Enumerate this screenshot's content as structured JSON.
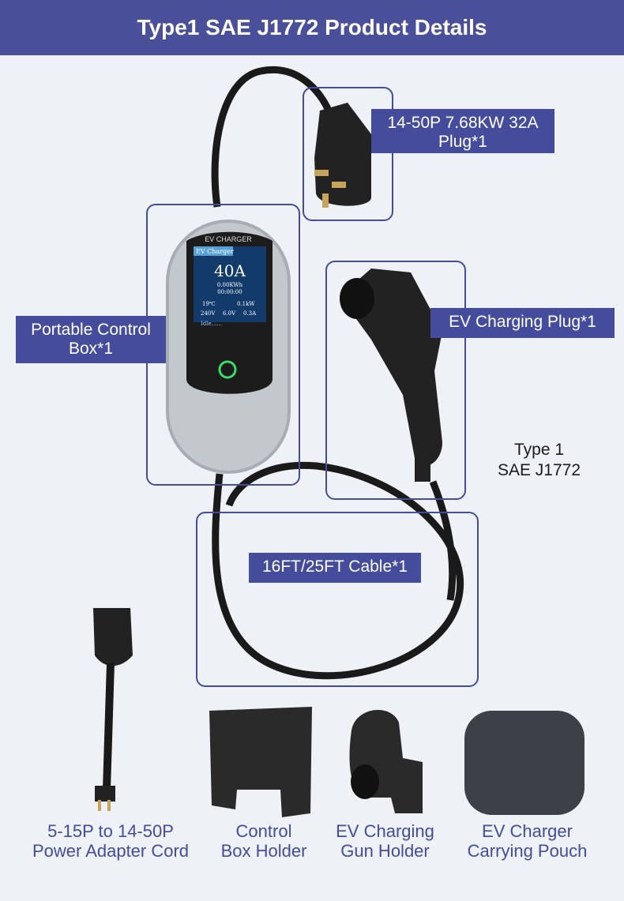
{
  "header": {
    "title": "Type1 SAE J1772 Product Details"
  },
  "callouts": {
    "plug": "14-50P 7.68KW 32A\nPlug*1",
    "plug_line1": "14-50P 7.68KW 32A",
    "plug_line2": "Plug*1",
    "control_box_line1": "Portable Control",
    "control_box_line2": "Box*1",
    "charging_plug": "EV Charging Plug*1",
    "cable": "16FT/25FT Cable*1"
  },
  "side_note": {
    "line1": "Type 1",
    "line2": "SAE J1772"
  },
  "control_box": {
    "brand": "EV CHARGER",
    "screen_title": "EV Charger",
    "current": "40A",
    "energy": "0.00KWh",
    "time": "00:00:00",
    "temp": "19℃",
    "power": "0.1kW",
    "voltage": "240V",
    "volt2": "6.0V",
    "amp": "0.3A",
    "status": "Idle......"
  },
  "accessories": [
    {
      "line1": "5-15P to 14-50P",
      "line2": "Power Adapter Cord"
    },
    {
      "line1": "Control",
      "line2": "Box Holder"
    },
    {
      "line1": "EV Charging",
      "line2": "Gun Holder"
    },
    {
      "line1": "EV Charger",
      "line2": "Carrying Pouch"
    }
  ],
  "colors": {
    "accent": "#454c9c",
    "background": "#eef1f6",
    "label": "#454c9c"
  }
}
